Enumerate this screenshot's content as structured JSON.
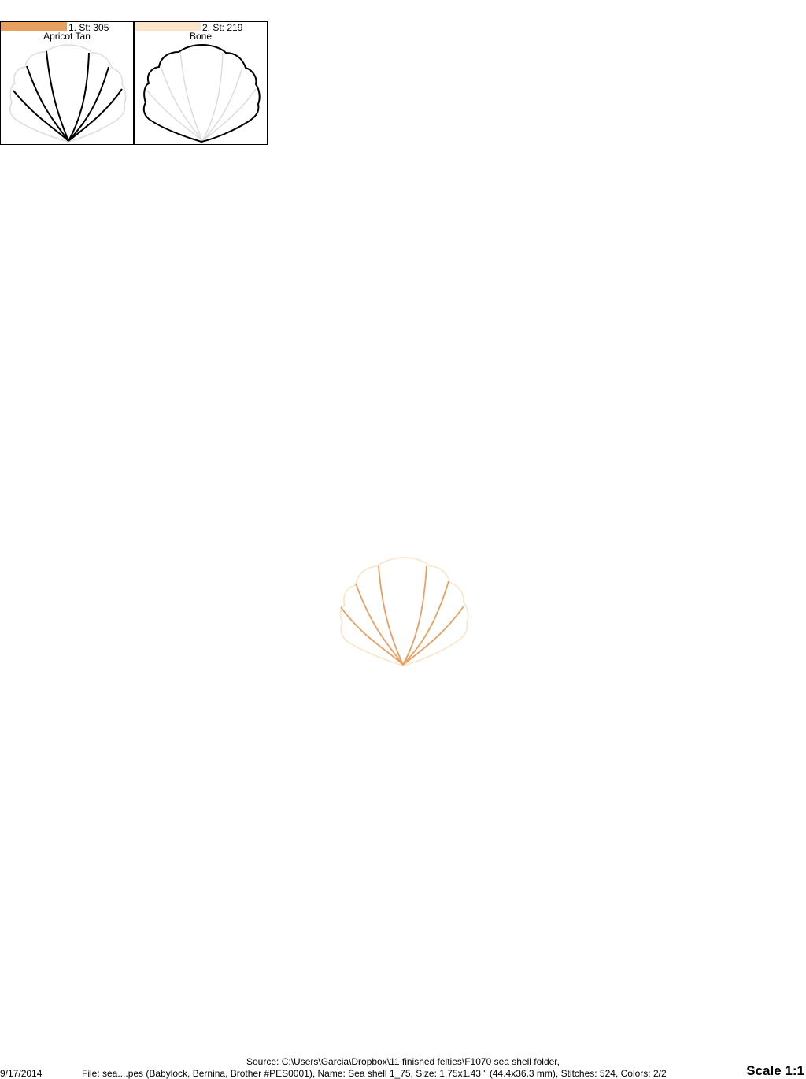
{
  "threads": [
    {
      "stitch_label": "1. St: 305",
      "name": "Apricot Tan",
      "color": "#E8A060"
    },
    {
      "stitch_label": "2. St: 219",
      "name": "Bone",
      "color": "#FCE4C8"
    }
  ],
  "footer": {
    "source": "Source: C:\\Users\\Garcia\\Dropbox\\11 finished felties\\F1070 sea shell folder,",
    "date": "9/17/2014",
    "file": "File: sea....pes (Babylock, Bernina, Brother #PES0001), Name: Sea shell 1_75, Size: 1.75x1.43 \" (44.4x36.3 mm), Stitches: 524, Colors: 2/2",
    "scale": "Scale 1:1"
  },
  "colors": {
    "thread_1": "#E8A060",
    "thread_2": "#FCE4C8",
    "inactive_outline": "#DDDDDD",
    "active_outline": "#000000"
  }
}
